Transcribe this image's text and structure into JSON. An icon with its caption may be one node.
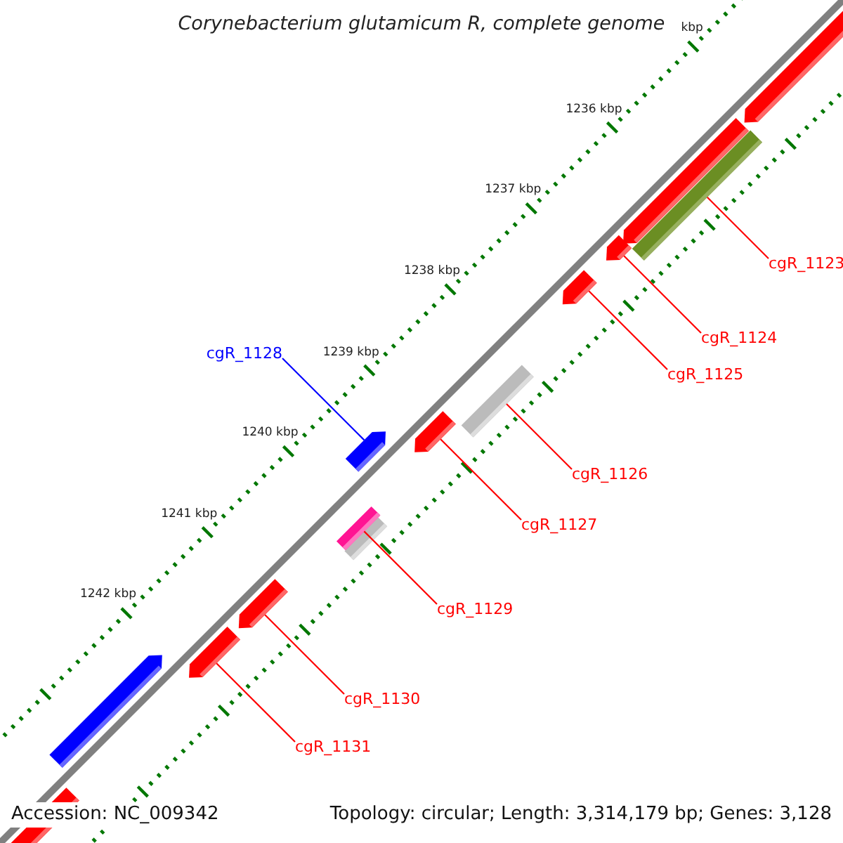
{
  "diagram": {
    "title": "Corynebacterium glutamicum R, complete genome",
    "nodes": [
      {
        "text": [
          "cgR_1123"
        ]
      },
      {
        "text": [
          "cgR_1124"
        ]
      },
      {
        "text": [
          "cgR_1128"
        ]
      },
      {
        "text": [
          "cgR_1125"
        ]
      },
      {
        "text": [
          "cgR_1126"
        ]
      },
      {
        "text": [
          "cgR_1127"
        ]
      },
      {
        "text": [
          "cgR_1129"
        ]
      },
      {
        "text": [
          "cgR_1130"
        ]
      },
      {
        "text": [
          "cgR_1131"
        ]
      },
      {
        "text": [],
        "shape": "bar"
      },
      {
        "text": [],
        "shape": "arrow"
      },
      {
        "text": [],
        "shape": "arrow"
      },
      {
        "text": [],
        "shape": "arrow"
      },
      {
        "text": [],
        "shape": "bar"
      },
      {
        "text": [],
        "shape": "arrow"
      },
      {
        "text": [],
        "shape": "bar"
      },
      {
        "text": [],
        "shape": "arrow"
      },
      {
        "text": [],
        "shape": "arrow"
      }
    ],
    "edges": [
      {
        "from": 0,
        "to": 9,
        "arrow": "none"
      },
      {
        "from": 1,
        "to": 10,
        "arrow": "none"
      },
      {
        "from": 2,
        "to": 11,
        "arrow": "none",
        "color": "#0000ff"
      },
      {
        "from": 3,
        "to": 12,
        "arrow": "none"
      },
      {
        "from": 4,
        "to": 13,
        "arrow": "none"
      },
      {
        "from": 5,
        "to": 14,
        "arrow": "none"
      },
      {
        "from": 6,
        "to": 15,
        "arrow": "none"
      },
      {
        "from": 7,
        "to": 16,
        "arrow": "none"
      },
      {
        "from": 8,
        "to": 17,
        "arrow": "none"
      }
    ],
    "labels": [
      "kbp",
      "1236 kbp",
      "1237 kbp",
      "1238 kbp",
      "1239 kbp",
      "1240 kbp",
      "1241 kbp",
      "1242 kbp",
      "Accession: NC_009342",
      "Topology: circular; Length: 3,314,179 bp; Genes: 3,128"
    ]
  }
}
